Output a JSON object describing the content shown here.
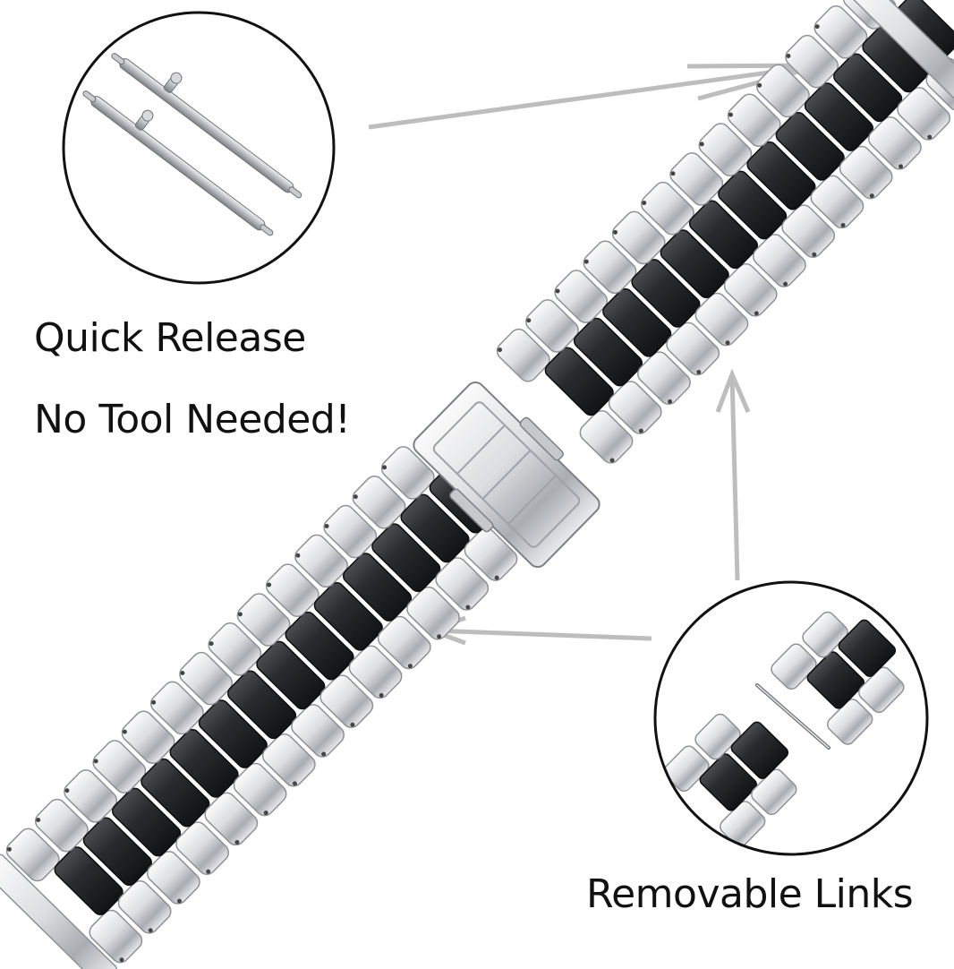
{
  "captions": {
    "quick_release": "Quick Release",
    "no_tool": "No Tool Needed!",
    "removable_links": "Removable Links"
  },
  "colors": {
    "background": "#ffffff",
    "text": "#111111",
    "arrow": "#bdbdbd",
    "silver_light": "#f2f2f2",
    "silver_mid": "#c6c8cb",
    "silver_dark": "#8d9095",
    "black_link": "#2a2b2e",
    "black_link_dark": "#141516"
  },
  "icons": [
    "spring-bar-pin",
    "arrow",
    "watch-band",
    "butterfly-clasp",
    "removable-link"
  ]
}
